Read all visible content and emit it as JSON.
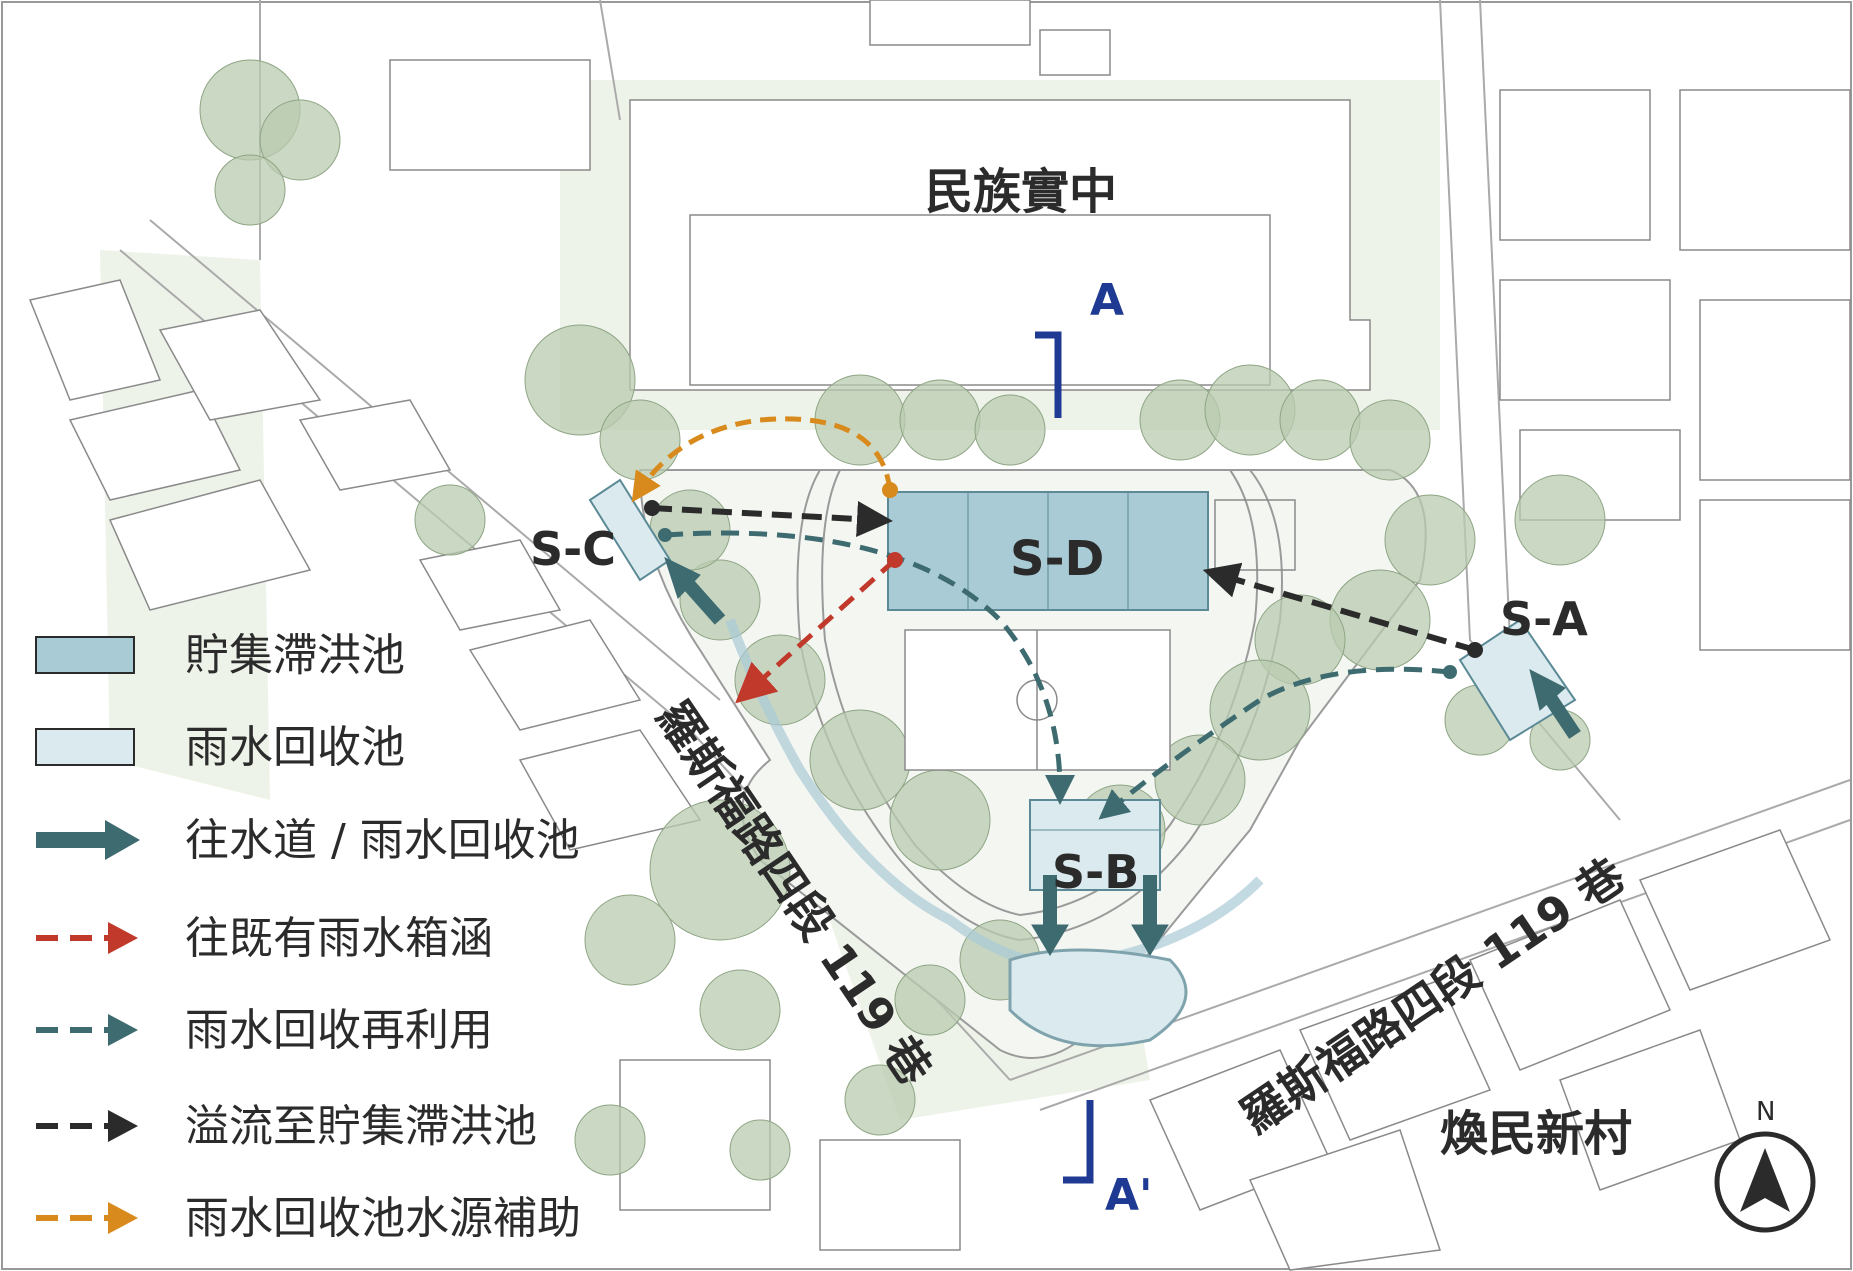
{
  "map": {
    "school_name": "民族實中",
    "village_name": "煥民新村",
    "road_label_west": "羅斯福路四段 119 巷",
    "road_label_south": "羅斯福路四段 119 巷",
    "north_label": "N",
    "section_start": "A",
    "section_end": "A'",
    "pools": {
      "sa": "S-A",
      "sb": "S-B",
      "sc": "S-C",
      "sd": "S-D"
    }
  },
  "legend": {
    "items": [
      {
        "label": "貯集滯洪池",
        "symbol": "storage-pool-swatch"
      },
      {
        "label": "雨水回收池",
        "symbol": "recycle-pool-swatch"
      },
      {
        "label": "往水道 / 雨水回收池",
        "symbol": "solid-teal-arrow"
      },
      {
        "label": "往既有雨水箱涵",
        "symbol": "dashed-red-arrow"
      },
      {
        "label": "雨水回收再利用",
        "symbol": "dashed-teal-arrow"
      },
      {
        "label": "溢流至貯集滯洪池",
        "symbol": "dashed-black-arrow"
      },
      {
        "label": "雨水回收池水源補助",
        "symbol": "dashed-orange-arrow"
      }
    ]
  },
  "colors": {
    "storage_pool": "#a9cbd6",
    "recycle_pool": "#dbeaee",
    "teal": "#3d6b70",
    "red": "#c0392b",
    "black": "#2b2b2b",
    "orange": "#d98a1c",
    "section_blue": "#1f3a93",
    "tree": "#b9cbb0"
  }
}
